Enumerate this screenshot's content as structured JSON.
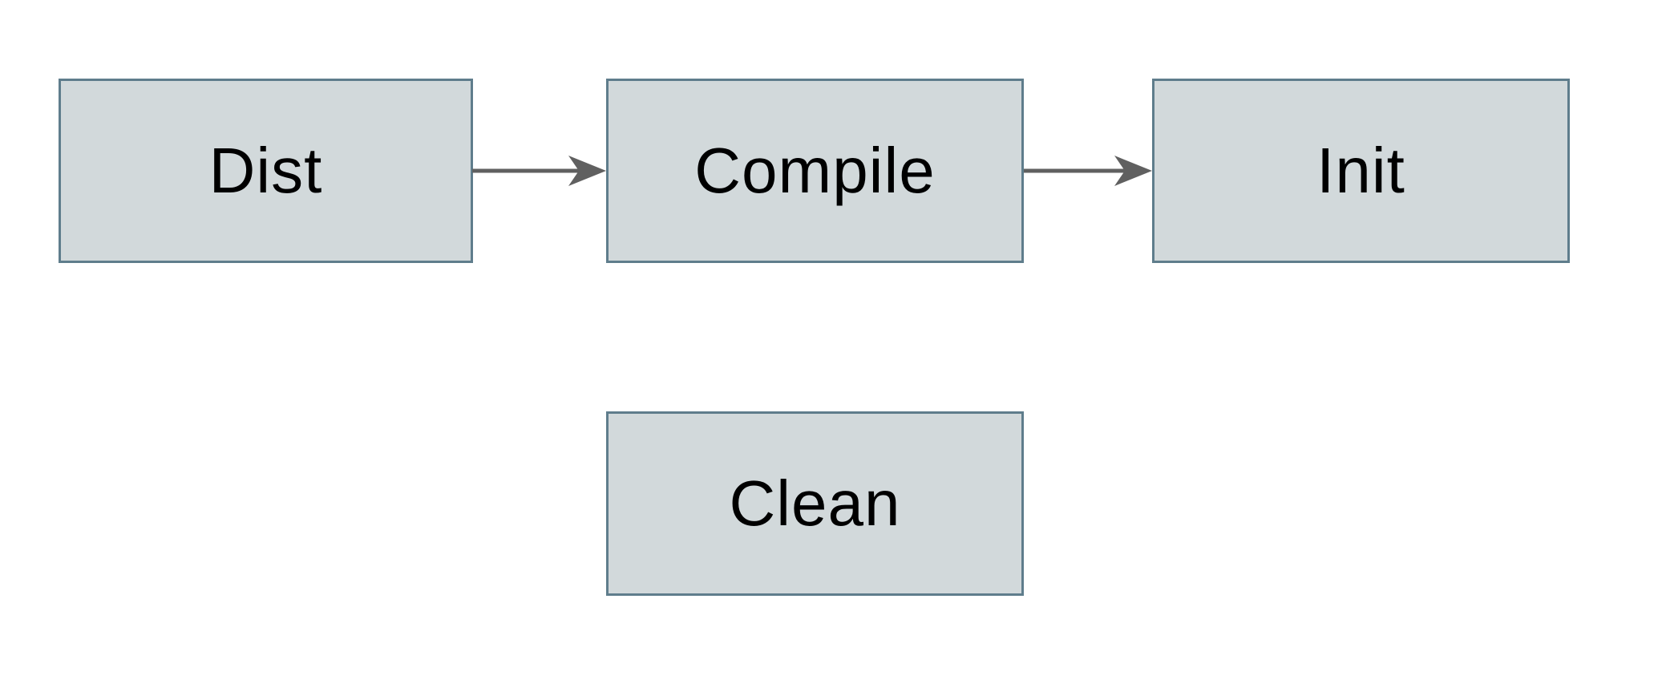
{
  "diagram": {
    "type": "flowchart",
    "nodes": [
      {
        "id": "dist",
        "label": "Dist"
      },
      {
        "id": "compile",
        "label": "Compile"
      },
      {
        "id": "init",
        "label": "Init"
      },
      {
        "id": "clean",
        "label": "Clean"
      }
    ],
    "edges": [
      {
        "from": "Dist",
        "to": "Compile",
        "style": "arrow"
      },
      {
        "from": "Compile",
        "to": "Init",
        "style": "arrow"
      }
    ],
    "colors": {
      "background": "#ffffff",
      "node_fill": "#d2d9db",
      "node_border": "#5f7d8c",
      "arrow": "#606060",
      "label_text": "#000000"
    }
  }
}
